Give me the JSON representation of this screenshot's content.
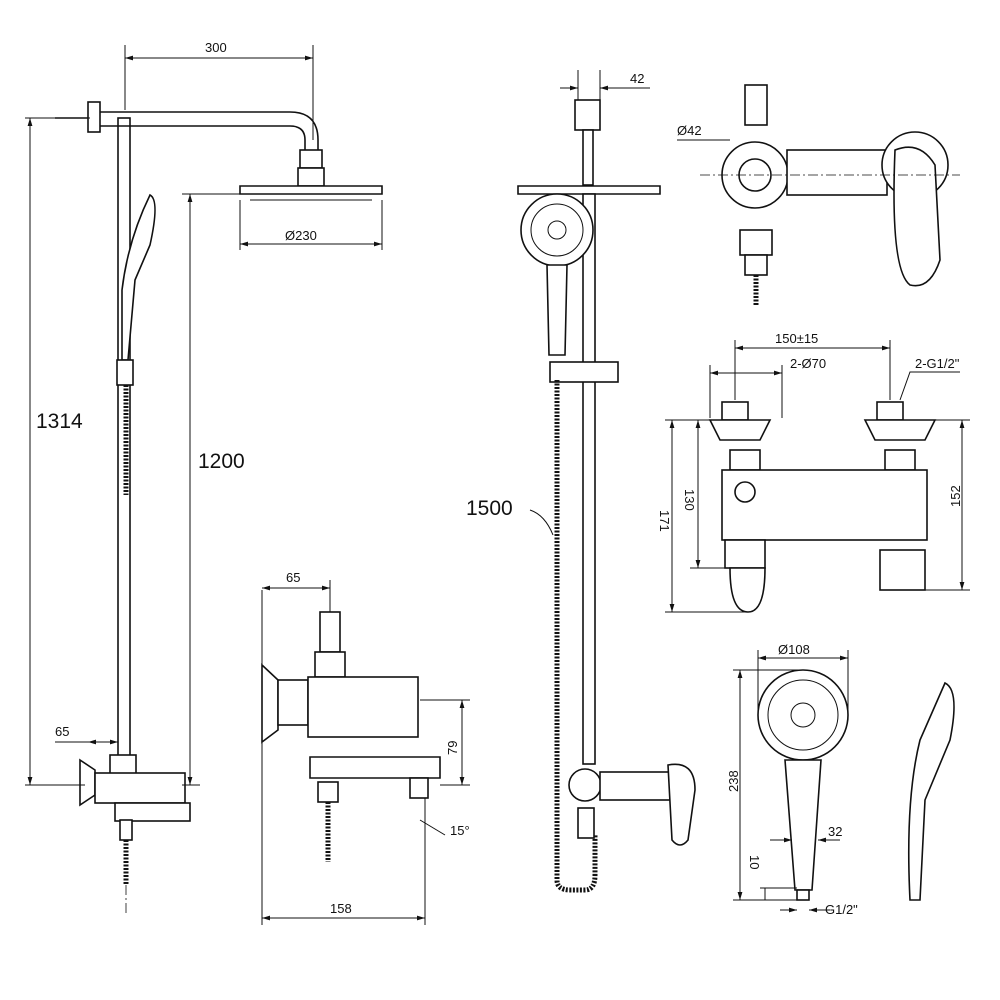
{
  "dimensions": {
    "arm_length": "300",
    "total_height": "1314",
    "head_height": "1200",
    "head_diameter": "Ø230",
    "mixer_offset_left": "65",
    "mixer_depth": "65",
    "mixer_height": "79",
    "spout_angle": "15°",
    "mixer_length": "158",
    "bracket_width": "42",
    "bracket_diameter": "Ø42",
    "hose_length": "1500",
    "centers": "150±15",
    "flange_diameter": "2-Ø70",
    "thread": "2-G1/2\"",
    "body_height_171": "171",
    "body_height_130": "130",
    "body_height_152": "152",
    "hand_shower_diameter": "Ø108",
    "hand_shower_length": "238",
    "handle_width": "32",
    "thread_length": "10",
    "hand_thread": "G1/2\""
  }
}
